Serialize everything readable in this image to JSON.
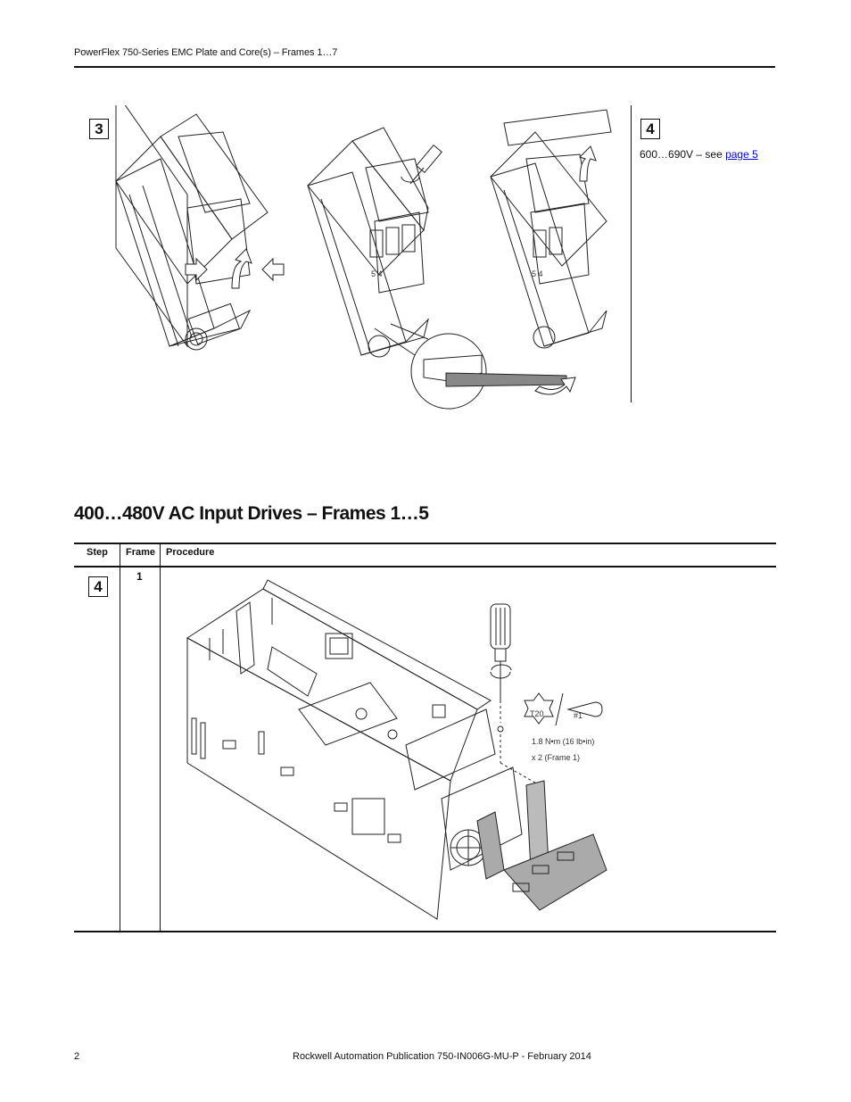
{
  "header": {
    "title": "PowerFlex 750-Series EMC Plate and Core(s) – Frames 1…7"
  },
  "steps": {
    "top_left": "3",
    "top_right": "4",
    "table_row": "4"
  },
  "note": {
    "prefix": "600…690V – see ",
    "link": "page 5"
  },
  "figure_top": {
    "digits_a": "5  4",
    "digits_b": "5  4"
  },
  "section": {
    "title": "400…480V AC Input Drives – Frames 1…5"
  },
  "table": {
    "columns": [
      "Step",
      "Frame",
      "Procedure"
    ],
    "rows": [
      {
        "step": "4",
        "frame": "1"
      }
    ]
  },
  "figure_table": {
    "bit_label": "T20",
    "driver_label": "#1",
    "torque": "1.8 N•m (16 lb•in)",
    "count": "x 2 (Frame 1)"
  },
  "footer": {
    "page_number": "2",
    "publication": "Rockwell Automation Publication 750-IN006G-MU-P - February 2014"
  }
}
